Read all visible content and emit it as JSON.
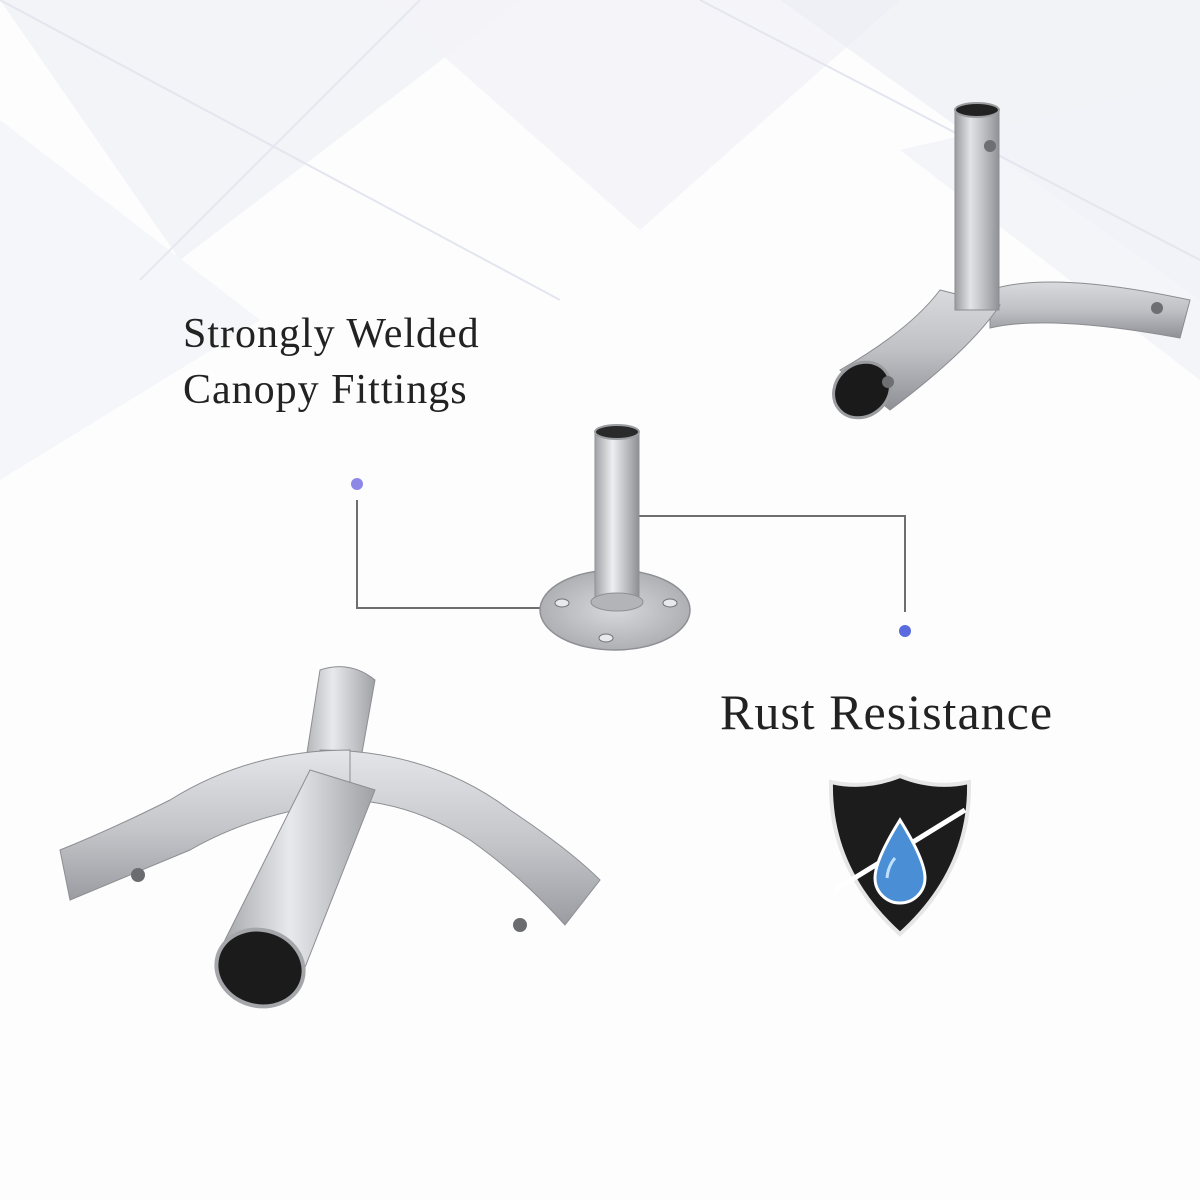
{
  "features": {
    "welded": {
      "line1": "Strongly Welded",
      "line2": "Canopy Fittings"
    },
    "rust": {
      "label": "Rust Resistance"
    }
  },
  "products": [
    {
      "name": "3-way canopy fitting (Y-shaped)"
    },
    {
      "name": "Foot plate fitting"
    },
    {
      "name": "4-way canopy fitting"
    }
  ],
  "icons": {
    "shield": "shield-water-drop-icon"
  },
  "colors": {
    "callout_dot": "#6f6fe0",
    "metal": "#c4c6ca",
    "shield": "#1c1c1c",
    "drop": "#4a8fd6"
  }
}
